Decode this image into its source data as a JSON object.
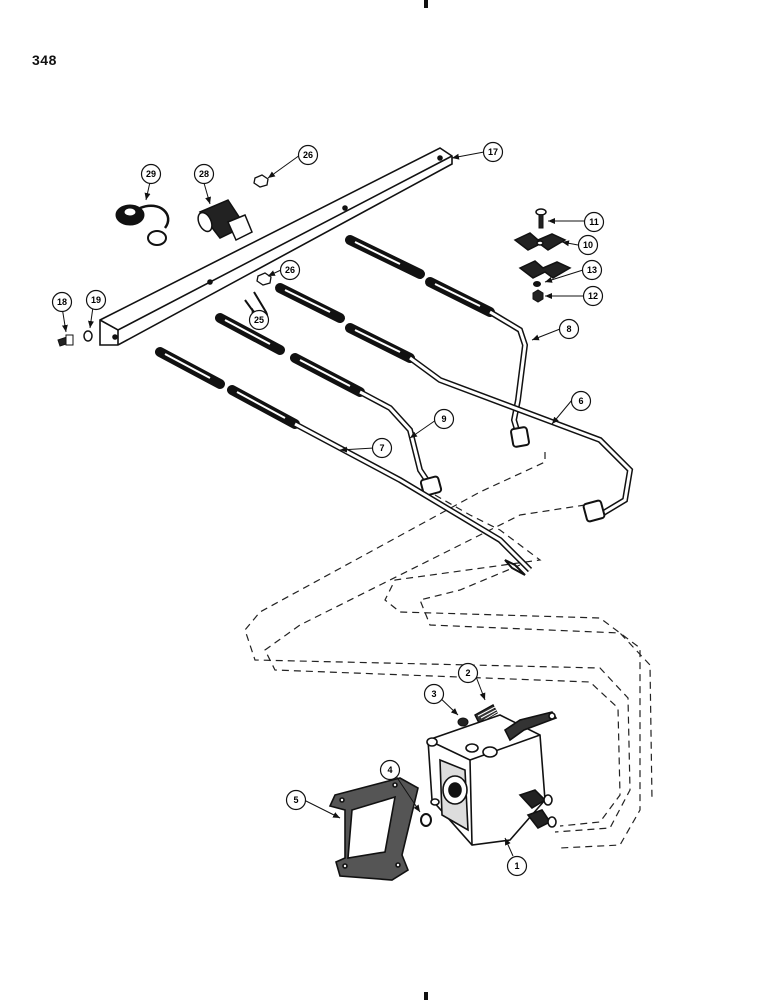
{
  "page": {
    "number": "348"
  },
  "callouts": [
    {
      "id": "c1",
      "label": "1"
    },
    {
      "id": "c2",
      "label": "2"
    },
    {
      "id": "c3",
      "label": "3"
    },
    {
      "id": "c4",
      "label": "4"
    },
    {
      "id": "c5",
      "label": "5"
    },
    {
      "id": "c6",
      "label": "6"
    },
    {
      "id": "c7",
      "label": "7"
    },
    {
      "id": "c8",
      "label": "8"
    },
    {
      "id": "c9",
      "label": "9"
    },
    {
      "id": "c10",
      "label": "10"
    },
    {
      "id": "c11",
      "label": "11"
    },
    {
      "id": "c12",
      "label": "12"
    },
    {
      "id": "c13",
      "label": "13"
    },
    {
      "id": "c17",
      "label": "17"
    },
    {
      "id": "c18",
      "label": "18"
    },
    {
      "id": "c19",
      "label": "19"
    },
    {
      "id": "c25",
      "label": "25"
    },
    {
      "id": "c26a",
      "label": "26"
    },
    {
      "id": "c26b",
      "label": "26"
    },
    {
      "id": "c28",
      "label": "28"
    },
    {
      "id": "c29",
      "label": "29"
    }
  ]
}
